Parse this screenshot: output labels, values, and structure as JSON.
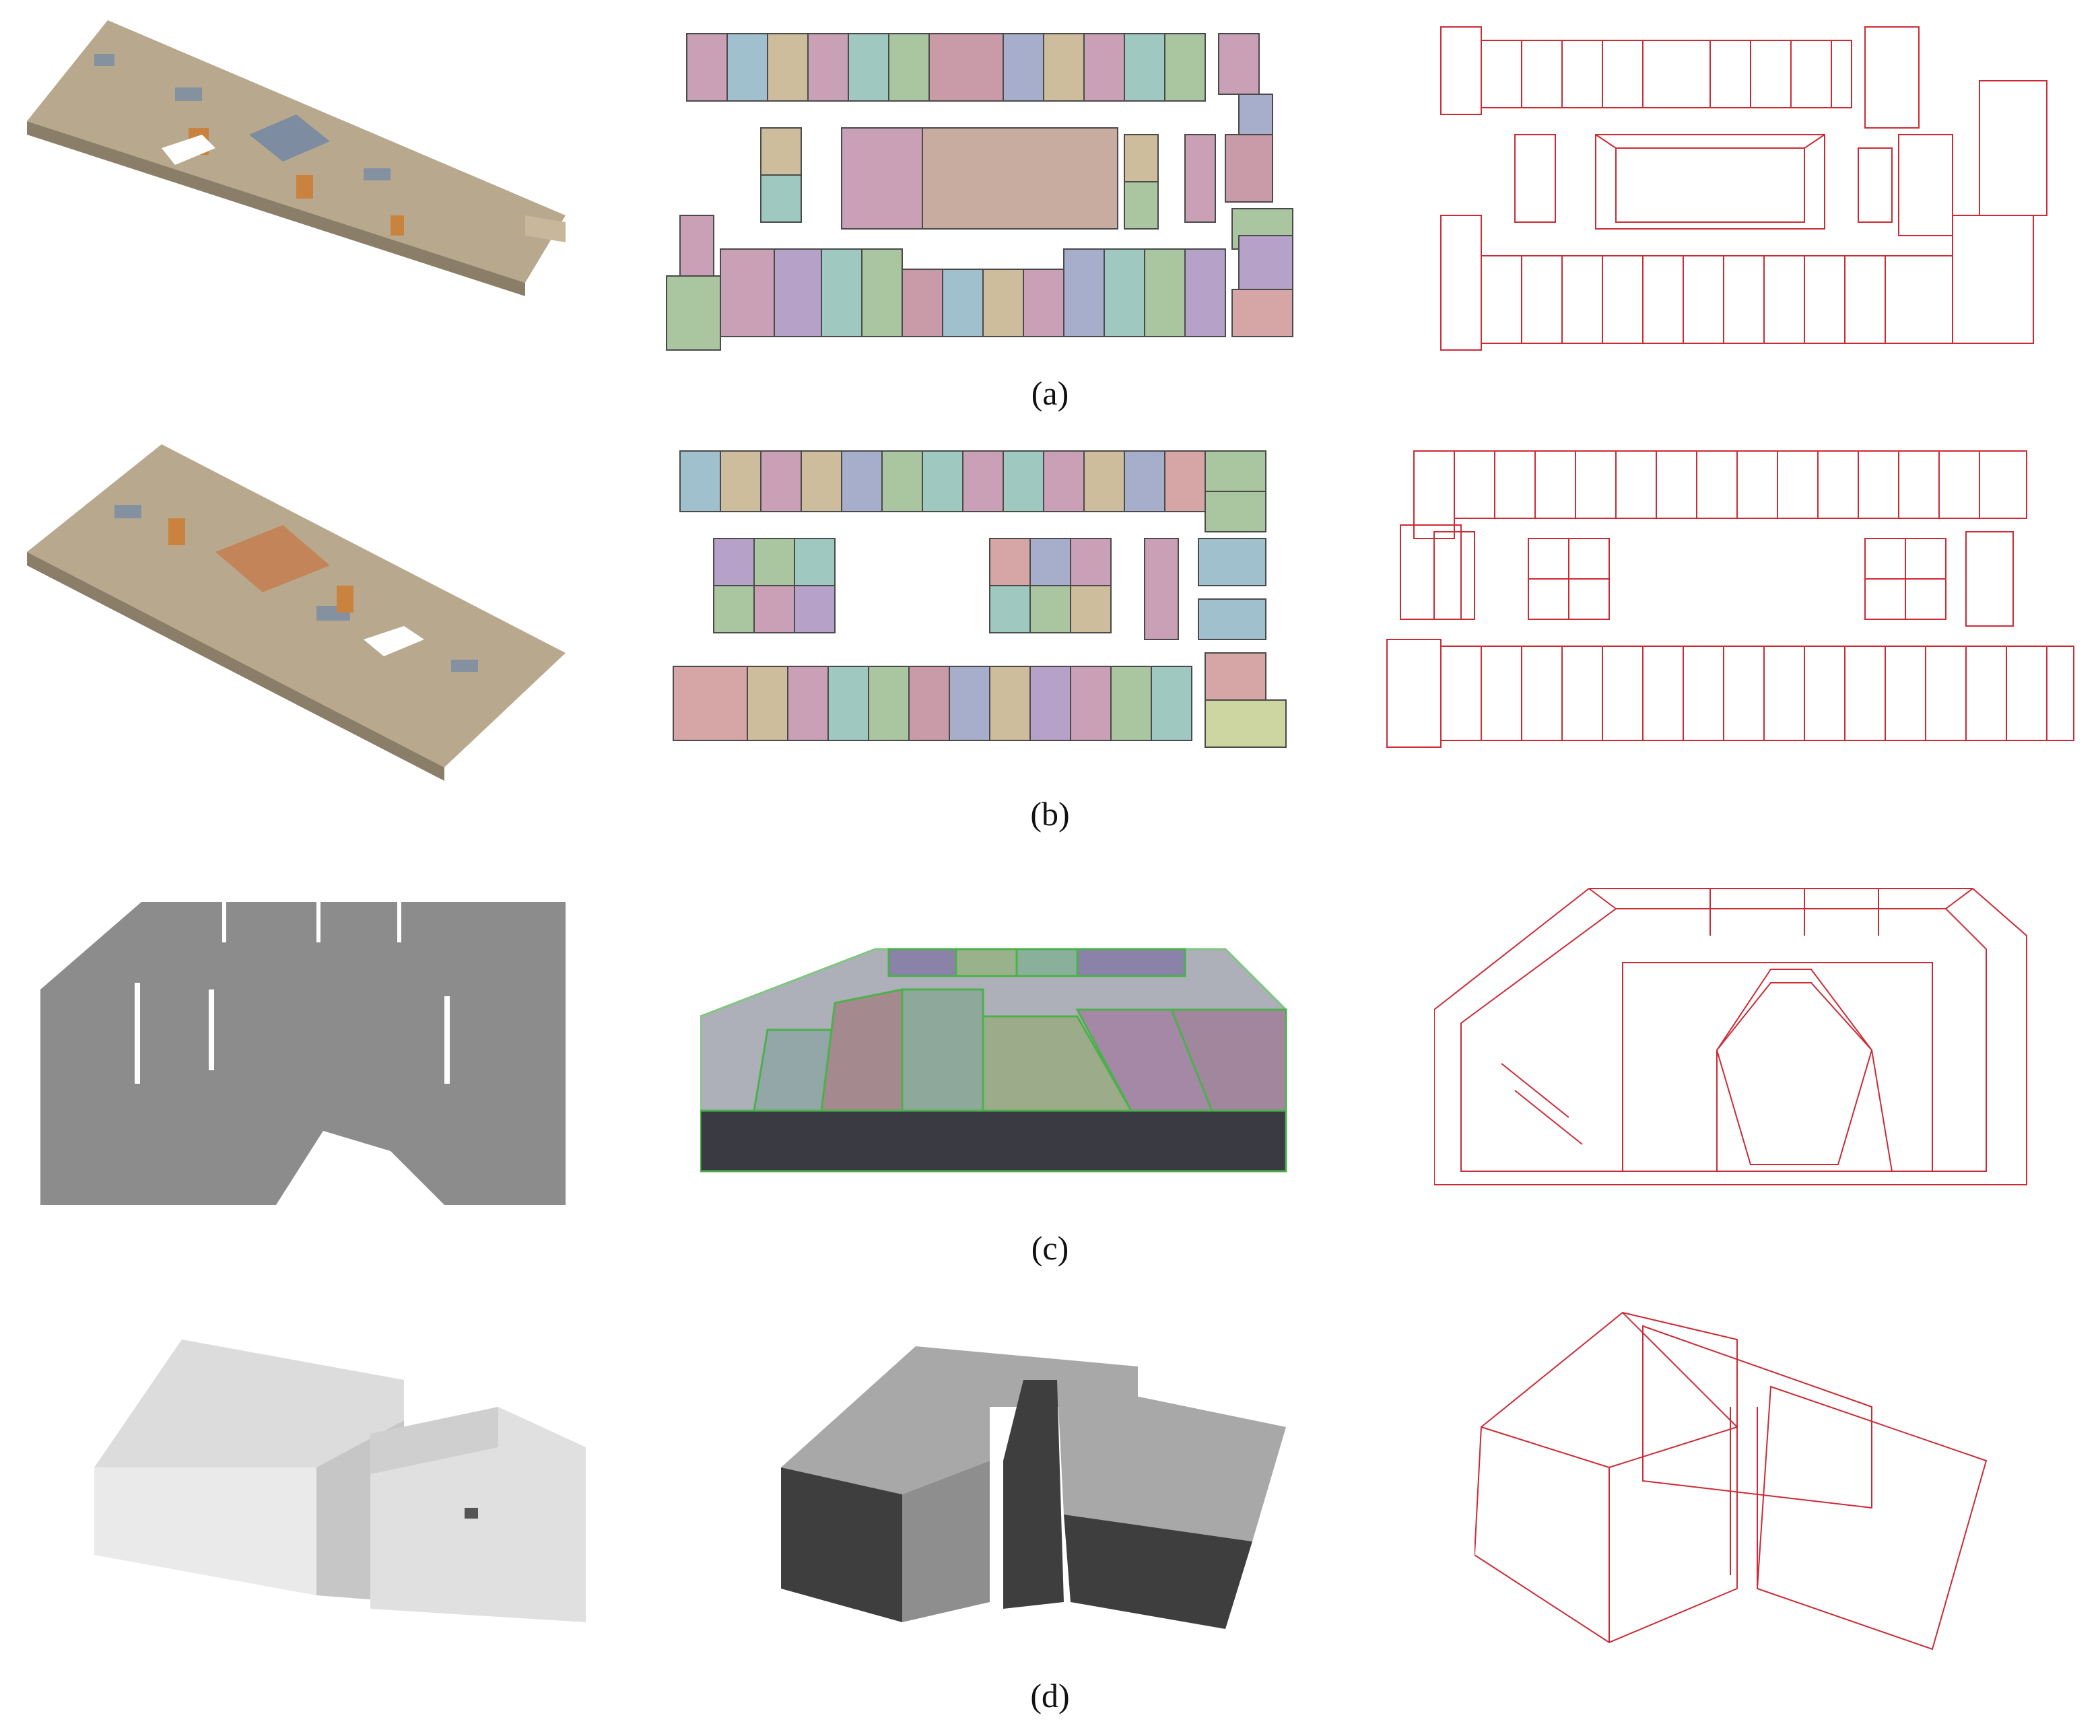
{
  "figure": {
    "rows": [
      {
        "id": "a",
        "caption": "(a)"
      },
      {
        "id": "b",
        "caption": "(b)"
      },
      {
        "id": "c",
        "caption": "(c)"
      },
      {
        "id": "d",
        "caption": "(d)"
      }
    ],
    "columns": [
      "input-scan",
      "colored-room-segmentation",
      "red-wireframe-model"
    ],
    "colors": {
      "wireframe": "#cc2b35",
      "pink": "#c9a0b6",
      "blue": "#9fc0cc",
      "tan": "#cdbd9c",
      "lilac": "#b6a2c8",
      "green": "#a9c6a0",
      "rose": "#d6a5a5",
      "slate": "#a6aecb"
    }
  }
}
